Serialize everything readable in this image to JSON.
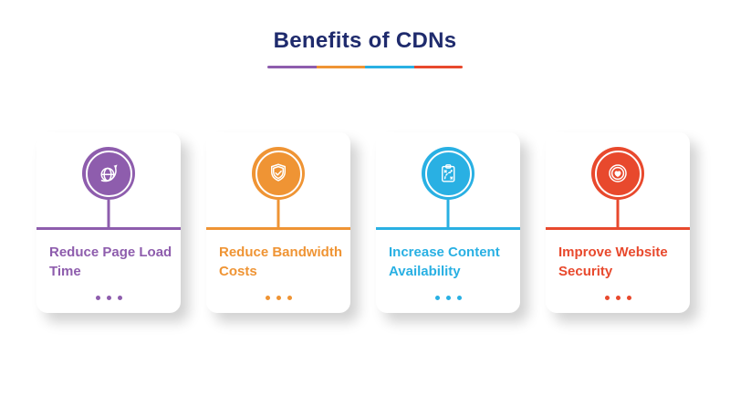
{
  "header": {
    "title": "Benefits of CDNs",
    "title_color": "#1f2b6d",
    "divider_colors": [
      "#8e5dad",
      "#ef9434",
      "#29b0e3",
      "#e8492d"
    ]
  },
  "cards": [
    {
      "label": "Reduce Page Load Time",
      "color": "#8e5dad",
      "icon": "globe-speed-icon"
    },
    {
      "label": "Reduce Bandwidth Costs",
      "color": "#ef9434",
      "icon": "shield-check-icon"
    },
    {
      "label": "Increase Content Availability",
      "color": "#29b0e3",
      "icon": "strategy-clipboard-icon"
    },
    {
      "label": "Improve Website Security",
      "color": "#e8492d",
      "icon": "heart-badge-icon"
    }
  ],
  "card_dots_count": 3
}
